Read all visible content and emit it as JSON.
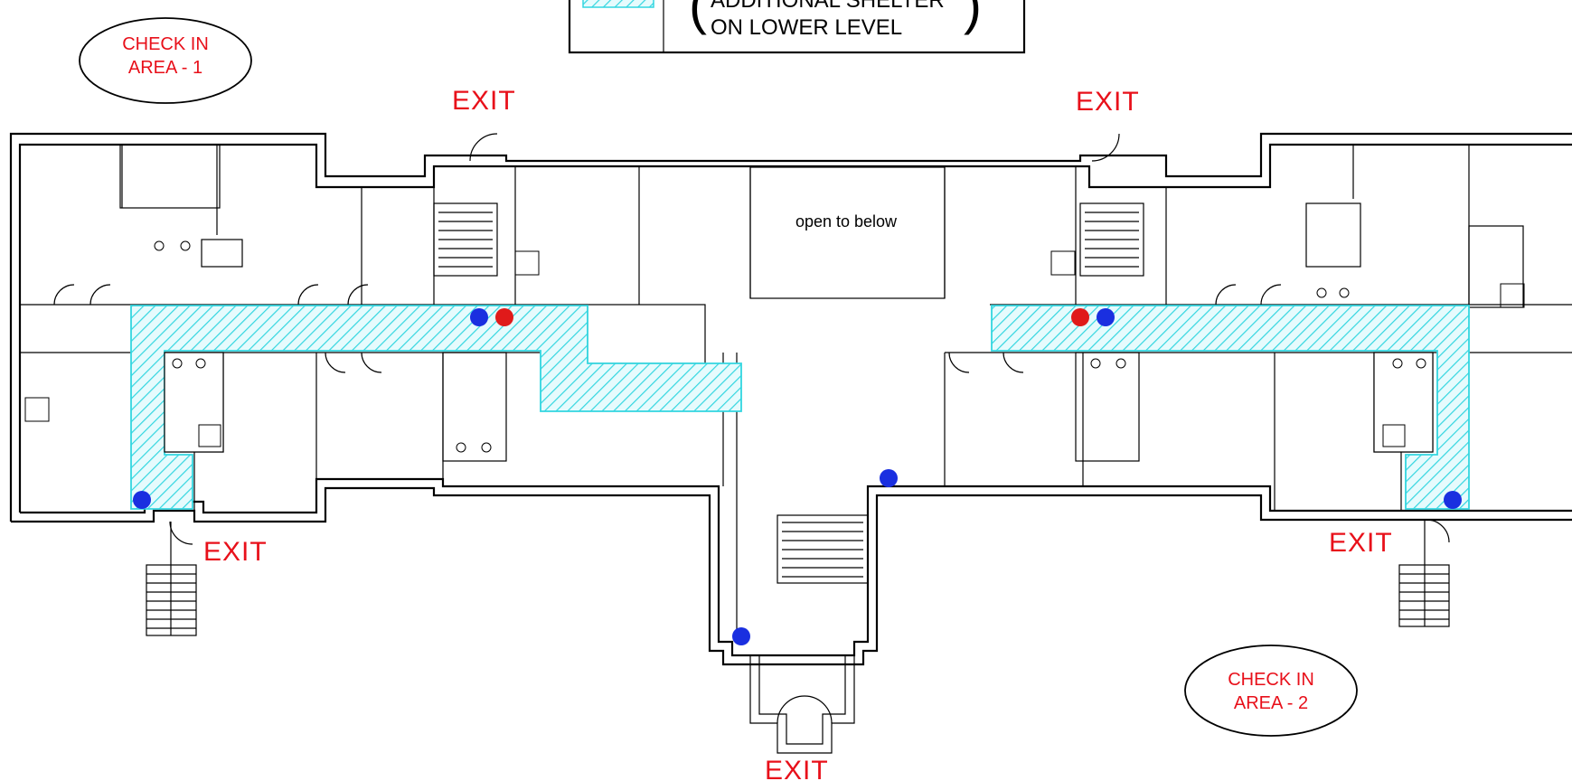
{
  "legend": {
    "line1": "ADDITIONAL SHELTER",
    "line2": "ON LOWER LEVEL"
  },
  "check_in_1": {
    "line1": "CHECK IN",
    "line2": "AREA - 1"
  },
  "check_in_2": {
    "line1": "CHECK IN",
    "line2": "AREA - 2"
  },
  "exits": {
    "north_west": "EXIT",
    "north_east": "EXIT",
    "south_west": "EXIT",
    "south_east": "EXIT",
    "south_center": "EXIT"
  },
  "room_label": "open to below",
  "colors": {
    "shelter_hatch": "#33d6e0",
    "exit_text": "#e8101a",
    "marker_blue": "#1a2fe0",
    "marker_red": "#e01a1a"
  }
}
